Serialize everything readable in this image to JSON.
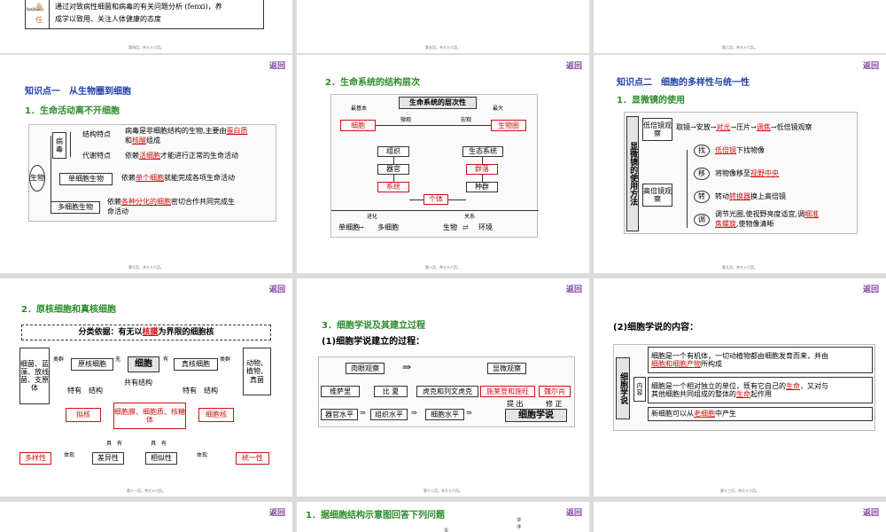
{
  "slides": {
    "s1": {
      "tail_small": "heibao)",
      "tail_label_1": "责",
      "tail_label_2": "任",
      "text_1": "通过对致病性细菌和病毒的有关问题分析 (fenxi)，养",
      "text_2": "成学以致用、关注人体健康的态度",
      "pg": "第四页，共七十六页。"
    },
    "s2": {
      "pg": "第五页，共七十六页。"
    },
    "s3": {
      "pg": "第六页，共七十六页。"
    },
    "s4": {
      "back": "返回",
      "title": "知识点一　从生物圈到细胞",
      "sub": "1．生命活动离不开细胞",
      "root": "生物",
      "virus": "病毒",
      "struct_label": "结构特点",
      "struct_text_a": "病毒是非细胞结构的生物,主要由",
      "struct_red_a": "蛋白质",
      "struct_text_b": "和",
      "struct_red_b": "核酸",
      "struct_text_c": "组成",
      "meta_label": "代谢特点",
      "meta_text_a": "依赖",
      "meta_red": "活细胞",
      "meta_text_b": "才能进行正常的生命活动",
      "uni": "单细胞生物",
      "uni_text_a": "依赖",
      "uni_red": "单个细胞",
      "uni_text_b": "就能完成各项生命活动",
      "multi": "多细胞生物",
      "multi_text_a": "依赖",
      "multi_red": "各种分化的细胞",
      "multi_text_b": "密切合作共同完成生",
      "multi_text_c": "命活动",
      "pg": "第七页，共七十六页。"
    },
    "s5": {
      "back": "返回",
      "sub": "2．生命系统的结构层次",
      "header": "生命系统的层次性",
      "basic": "最基本",
      "largest": "最大",
      "micro": "微观",
      "macro": "宏观",
      "cell": "细胞",
      "biosphere": "生物圈",
      "tissue": "组织",
      "organ": "器官",
      "system": "系统",
      "individual": "个体",
      "ecosystem": "生态系统",
      "community": "群落",
      "population": "种群",
      "evo": "进化",
      "uni": "单细胞",
      "multi": "多细胞",
      "rel": "关系",
      "org": "生物",
      "env": "环境",
      "pg": "第八页，共七十六页。"
    },
    "s6": {
      "back": "返回",
      "title": "知识点二　细胞的多样性与统一性",
      "sub": "1．显微镜的使用",
      "side": "显微镜的使用方法",
      "low": "低倍镜观察",
      "low_text": "取镜→安放→",
      "low_red1": "对光",
      "low_text2": "→压片→",
      "low_red2": "调焦",
      "low_text3": "→低倍镜观察",
      "high": "高倍镜观察",
      "find": "找",
      "find_red": "低倍镜",
      "find_text": "下找物像",
      "move": "移",
      "move_text": "将物像移至",
      "move_red": "视野中央",
      "turn": "转",
      "turn_text_a": "转动",
      "turn_red": "转换器",
      "turn_text_b": "换上高倍镜",
      "adj": "调",
      "adj_text_a": "调节光圈,使视野亮度适宜,调",
      "adj_red_a": "细准",
      "adj_red_b": "焦螺旋",
      "adj_text_b": ",使物像清晰",
      "pg": "第九页，共七十六页。"
    },
    "s7": {
      "back": "返回",
      "sub": "2．原核细胞和真核细胞",
      "basis_a": "分类依据：有无以",
      "basis_red": "核膜",
      "basis_b": "为界限的细胞核",
      "left_list": "细菌、蓝藻、放线菌、支原体",
      "right_list": "动物、植物、真菌",
      "type": "类群",
      "pro": "原核细胞",
      "cell": "细胞",
      "eu": "真核细胞",
      "no": "无",
      "have": "有",
      "common": "共有结构",
      "unique": "特有",
      "structure": "结构",
      "nucleoid": "拟核",
      "shared_red": "细胞膜、细胞质、核糖体",
      "nucleus": "细胞核",
      "with": "具",
      "with2": "有",
      "diversity": "多样性",
      "show": "体现",
      "diff": "差异性",
      "sim": "相似性",
      "unity": "统一性",
      "pg": "第十一页，共七十六页。"
    },
    "s8": {
      "back": "返回",
      "sub": "3．细胞学说及其建立过程",
      "sub2": "(1)细胞学说建立的过程：",
      "naked": "肉眼观察",
      "micro": "显微观察",
      "vesalius": "维萨里",
      "bichat": "比 夏",
      "hooke": "虎克和列文虎克",
      "schleiden": "施莱登和施旺",
      "virchow": "魏尔肖",
      "organ_level": "器官水平",
      "tissue_level": "组织水平",
      "cell_level": "细胞水平",
      "propose": "提 出",
      "revise": "修 正",
      "theory": "细胞学说",
      "pg": "第十二页，共七十六页。"
    },
    "s9": {
      "back": "返回",
      "sub": "(2)细胞学说的内容：",
      "side": "细胞学说",
      "content_1": "内",
      "content_2": "容",
      "p1_a": "细胞是一个有机体，一切动植物都由细胞发育而来，并由",
      "p1_red": "细胞和细胞产物",
      "p1_b": "所构成",
      "p2_a": "细胞是一个相对独立的单位，既有它自己的",
      "p2_red1": "生命",
      "p2_b": "，又对与",
      "p2_c": "其他细胞共同组成的整体的",
      "p2_red2": "生命",
      "p2_d": "起作用",
      "p3_a": "新细胞可以从",
      "p3_red": "老细胞",
      "p3_b": "中产生",
      "pg": "第十三页，共七十六页。"
    },
    "s10": {
      "back": "返回"
    },
    "s11": {
      "back": "返回",
      "sub": "1．据细胞结构示意图回答下列问题",
      "n1": "①",
      "n2": "②",
      "n3": "③"
    },
    "s12": {
      "back": "返回"
    }
  }
}
